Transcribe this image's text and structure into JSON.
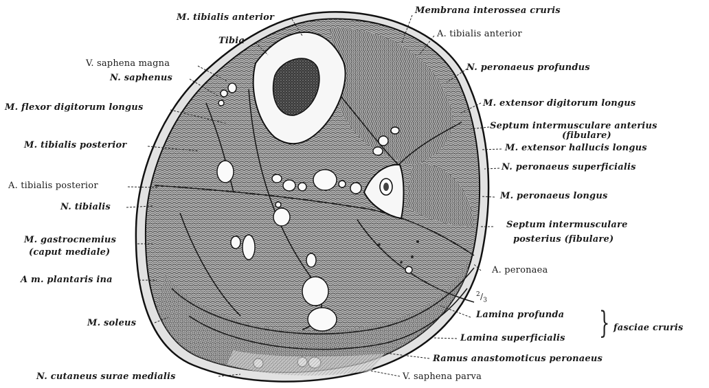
{
  "labels": {
    "tib_ant_m": "M. tibialis anterior",
    "membrana": "Membrana interossea cruris",
    "tibia": "Tibia",
    "a_tib_ant": "A. tibialis anterior",
    "v_saph_magna": "V. saphena magna",
    "n_saphenus": "N. saphenus",
    "n_peron_prof": "N. peronaeus profundus",
    "m_flexor": "M. flexor digitorum longus",
    "m_ext_dig": "M. extensor digitorum longus",
    "septum_ant_1": "Septum intermusculare anterius",
    "septum_ant_2": "(fibulare)",
    "m_tib_post": "M. tibialis posterior",
    "m_ext_hal": "M. extensor hallucis longus",
    "n_peron_sup": "N. peronaeus superficialis",
    "a_tib_post": "A. tibialis posterior",
    "m_peron_long": "M. peronaeus longus",
    "n_tibialis": "N. tibialis",
    "septum_post_1": "Septum intermusculare",
    "septum_post_2": "posterius (fibulare)",
    "m_gastro_1": "M. gastrocnemius",
    "m_gastro_2": "(caput mediale)",
    "a_peronaea": "A. peronaea",
    "m_plantaris": "A m. plantaris ina",
    "frac_num": "2",
    "frac_den": "3",
    "lamina_prof": "Lamina profunda",
    "fasciae": "fasciae cruris",
    "m_soleus": "M. soleus",
    "lamina_sup": "Lamina superficialis",
    "ramus": "Ramus anastomoticus peronaeus",
    "n_cutaneus": "N. cutaneus surae medialis",
    "v_saph_parva": "V. saphena parva"
  }
}
